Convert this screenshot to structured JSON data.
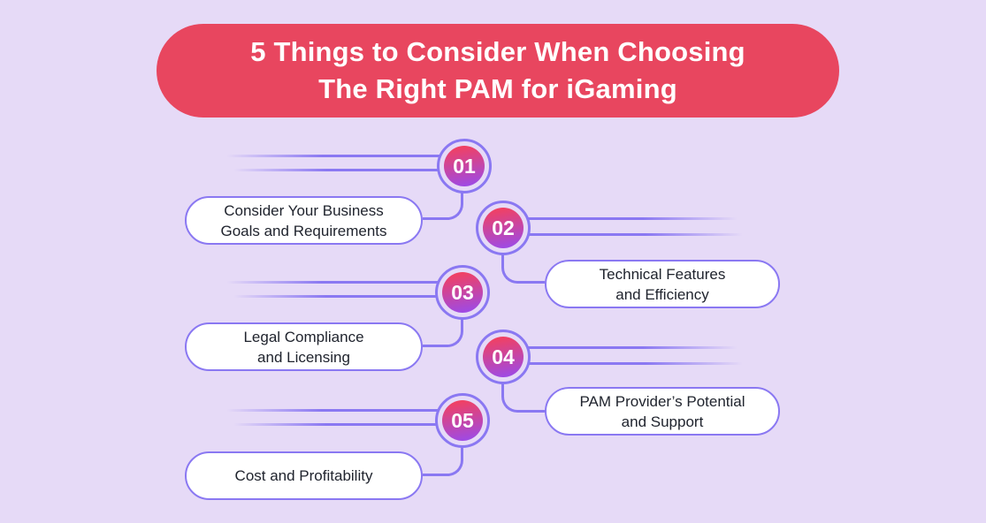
{
  "banner": {
    "title_lines": [
      "5 Things to Consider When Choosing",
      "The Right PAM for iGaming"
    ]
  },
  "items": [
    {
      "number": "01",
      "side": "left",
      "label_lines": [
        "Consider Your Business",
        "Goals and Requirements"
      ]
    },
    {
      "number": "02",
      "side": "right",
      "label_lines": [
        "Technical Features",
        "and Efficiency"
      ]
    },
    {
      "number": "03",
      "side": "left",
      "label_lines": [
        "Legal Compliance",
        "and Licensing"
      ]
    },
    {
      "number": "04",
      "side": "right",
      "label_lines": [
        "PAM Provider’s Potential",
        "and Support"
      ]
    },
    {
      "number": "05",
      "side": "left",
      "label_lines": [
        "Cost and Profitability"
      ]
    }
  ],
  "colors": {
    "page_background": "#E6DAF7",
    "banner_background": "#E8465F",
    "accent_violet": "#8A78F2",
    "circle_gradient_top": "#F4405E",
    "circle_gradient_bottom": "#9C4AE8",
    "box_background": "#FFFFFF",
    "title_text": "#FFFFFF",
    "label_text": "#20242E"
  }
}
